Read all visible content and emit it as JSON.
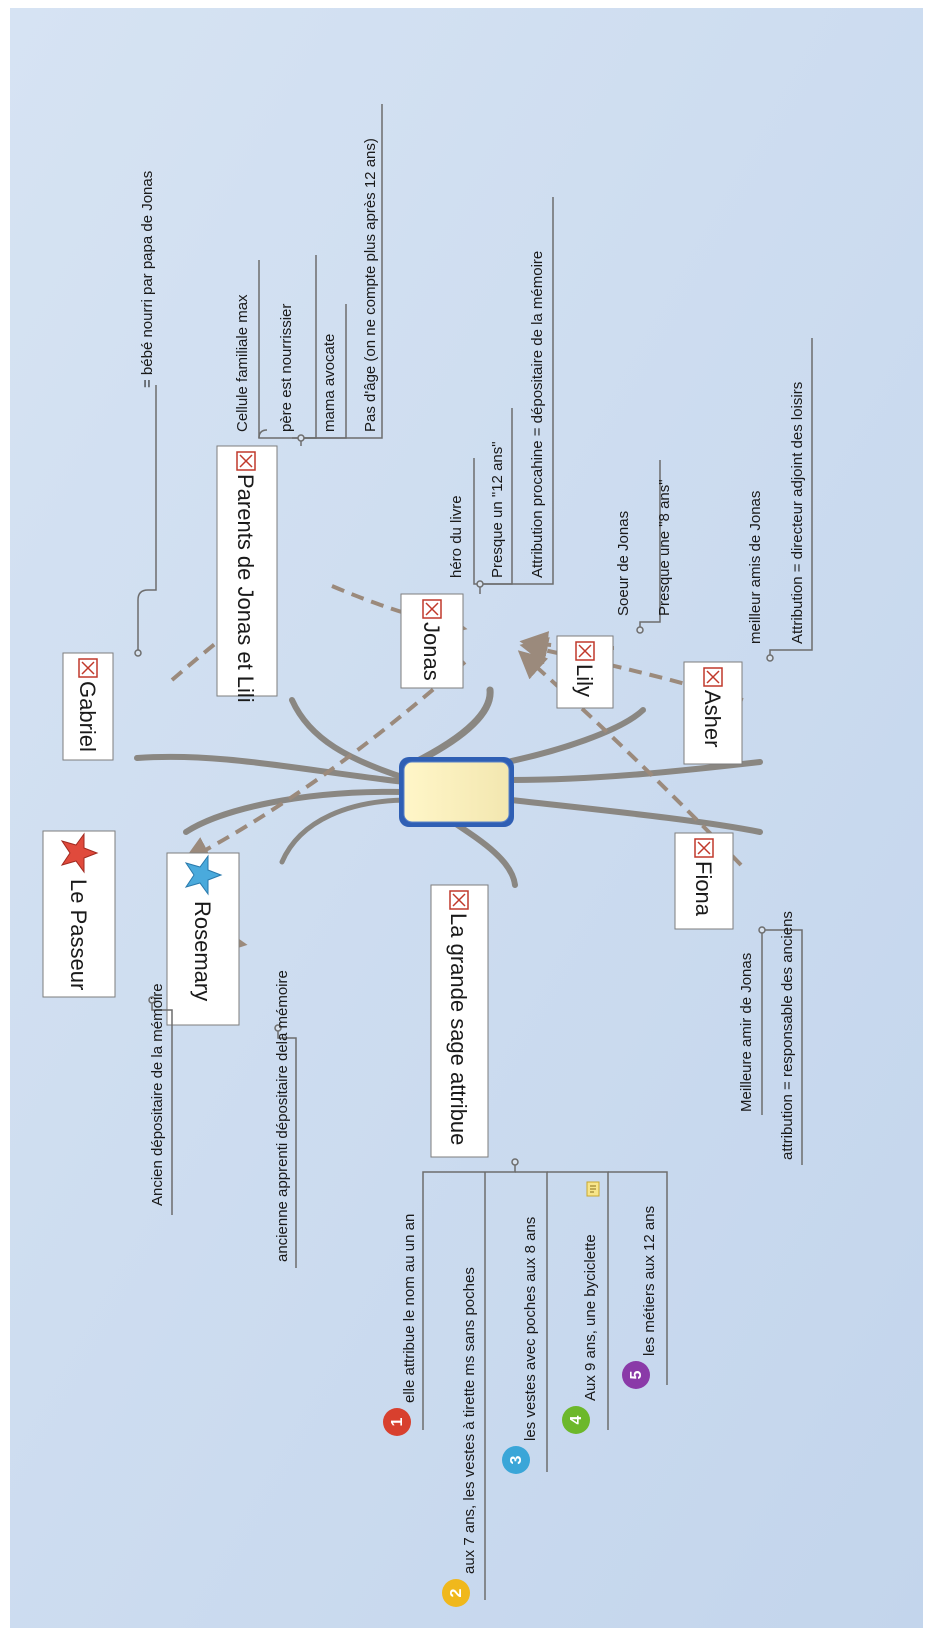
{
  "central_topic": {
    "label": ""
  },
  "topics": {
    "gabriel": {
      "label": "Gabriel",
      "icon": "broken-image-icon"
    },
    "parents": {
      "label": "Parents de Jonas et Lili",
      "icon": "broken-image-icon"
    },
    "jonas": {
      "label": "Jonas",
      "icon": "broken-image-icon"
    },
    "lily": {
      "label": "Lily",
      "icon": "broken-image-icon"
    },
    "asher": {
      "label": "Asher",
      "icon": "broken-image-icon"
    },
    "passeur": {
      "label": "Le Passeur",
      "icon": "red-star-icon"
    },
    "rosemary": {
      "label": "Rosemary",
      "icon": "blue-star-icon"
    },
    "sage": {
      "label": "La grande sage attribue",
      "icon": "broken-image-icon"
    },
    "fiona": {
      "label": "Fiona",
      "icon": "broken-image-icon"
    }
  },
  "notes": {
    "gabriel": [
      "= bébé nourri par papa de Jonas"
    ],
    "parents_title": "Cellule familiale max",
    "parents": [
      "père est nourrissier",
      "mama avocate",
      "Pas d'âge (on ne compte plus après 12 ans)"
    ],
    "jonas_title": "héro du livre",
    "jonas": [
      "Presque  un  \"12 ans\"",
      "Attribution procahine =  dépositaire de la mémoire"
    ],
    "lily_title": "Soeur de Jonas",
    "lily": [
      "Presque une \"8 ans\""
    ],
    "asher_title": "meilleur amis de Jonas",
    "asher": [
      "Attribution = directeur adjoint des loisirs"
    ],
    "passeur": [
      "Ancien dépositaire de la mémoire"
    ],
    "rosemary": [
      "ancienne apprenti dépositaire dela mémoire"
    ],
    "fiona_title": "Meilleure amir de Jonas",
    "fiona": [
      "attribution = responsable des anciens"
    ],
    "sage": [
      {
        "num": "1",
        "color": "#d8402e",
        "text": "elle attribue le nom au un an"
      },
      {
        "num": "2",
        "color": "#f0b81c",
        "text": "aux 7 ans, les vestes à tirette ms sans poches"
      },
      {
        "num": "3",
        "color": "#3aa6d8",
        "text": "les vestes avec poches aux 8 ans"
      },
      {
        "num": "4",
        "color": "#6cb82a",
        "text": "Aux 9 ans, une byciclette",
        "icon": "note-icon"
      },
      {
        "num": "5",
        "color": "#8a3aa8",
        "text": "les métiers aux 12 ans"
      }
    ]
  },
  "colors": {
    "background": "#cddcf0",
    "branch": "#8a8782",
    "arrow": "#9b8a7c",
    "central_border": "#2f5fb4"
  }
}
